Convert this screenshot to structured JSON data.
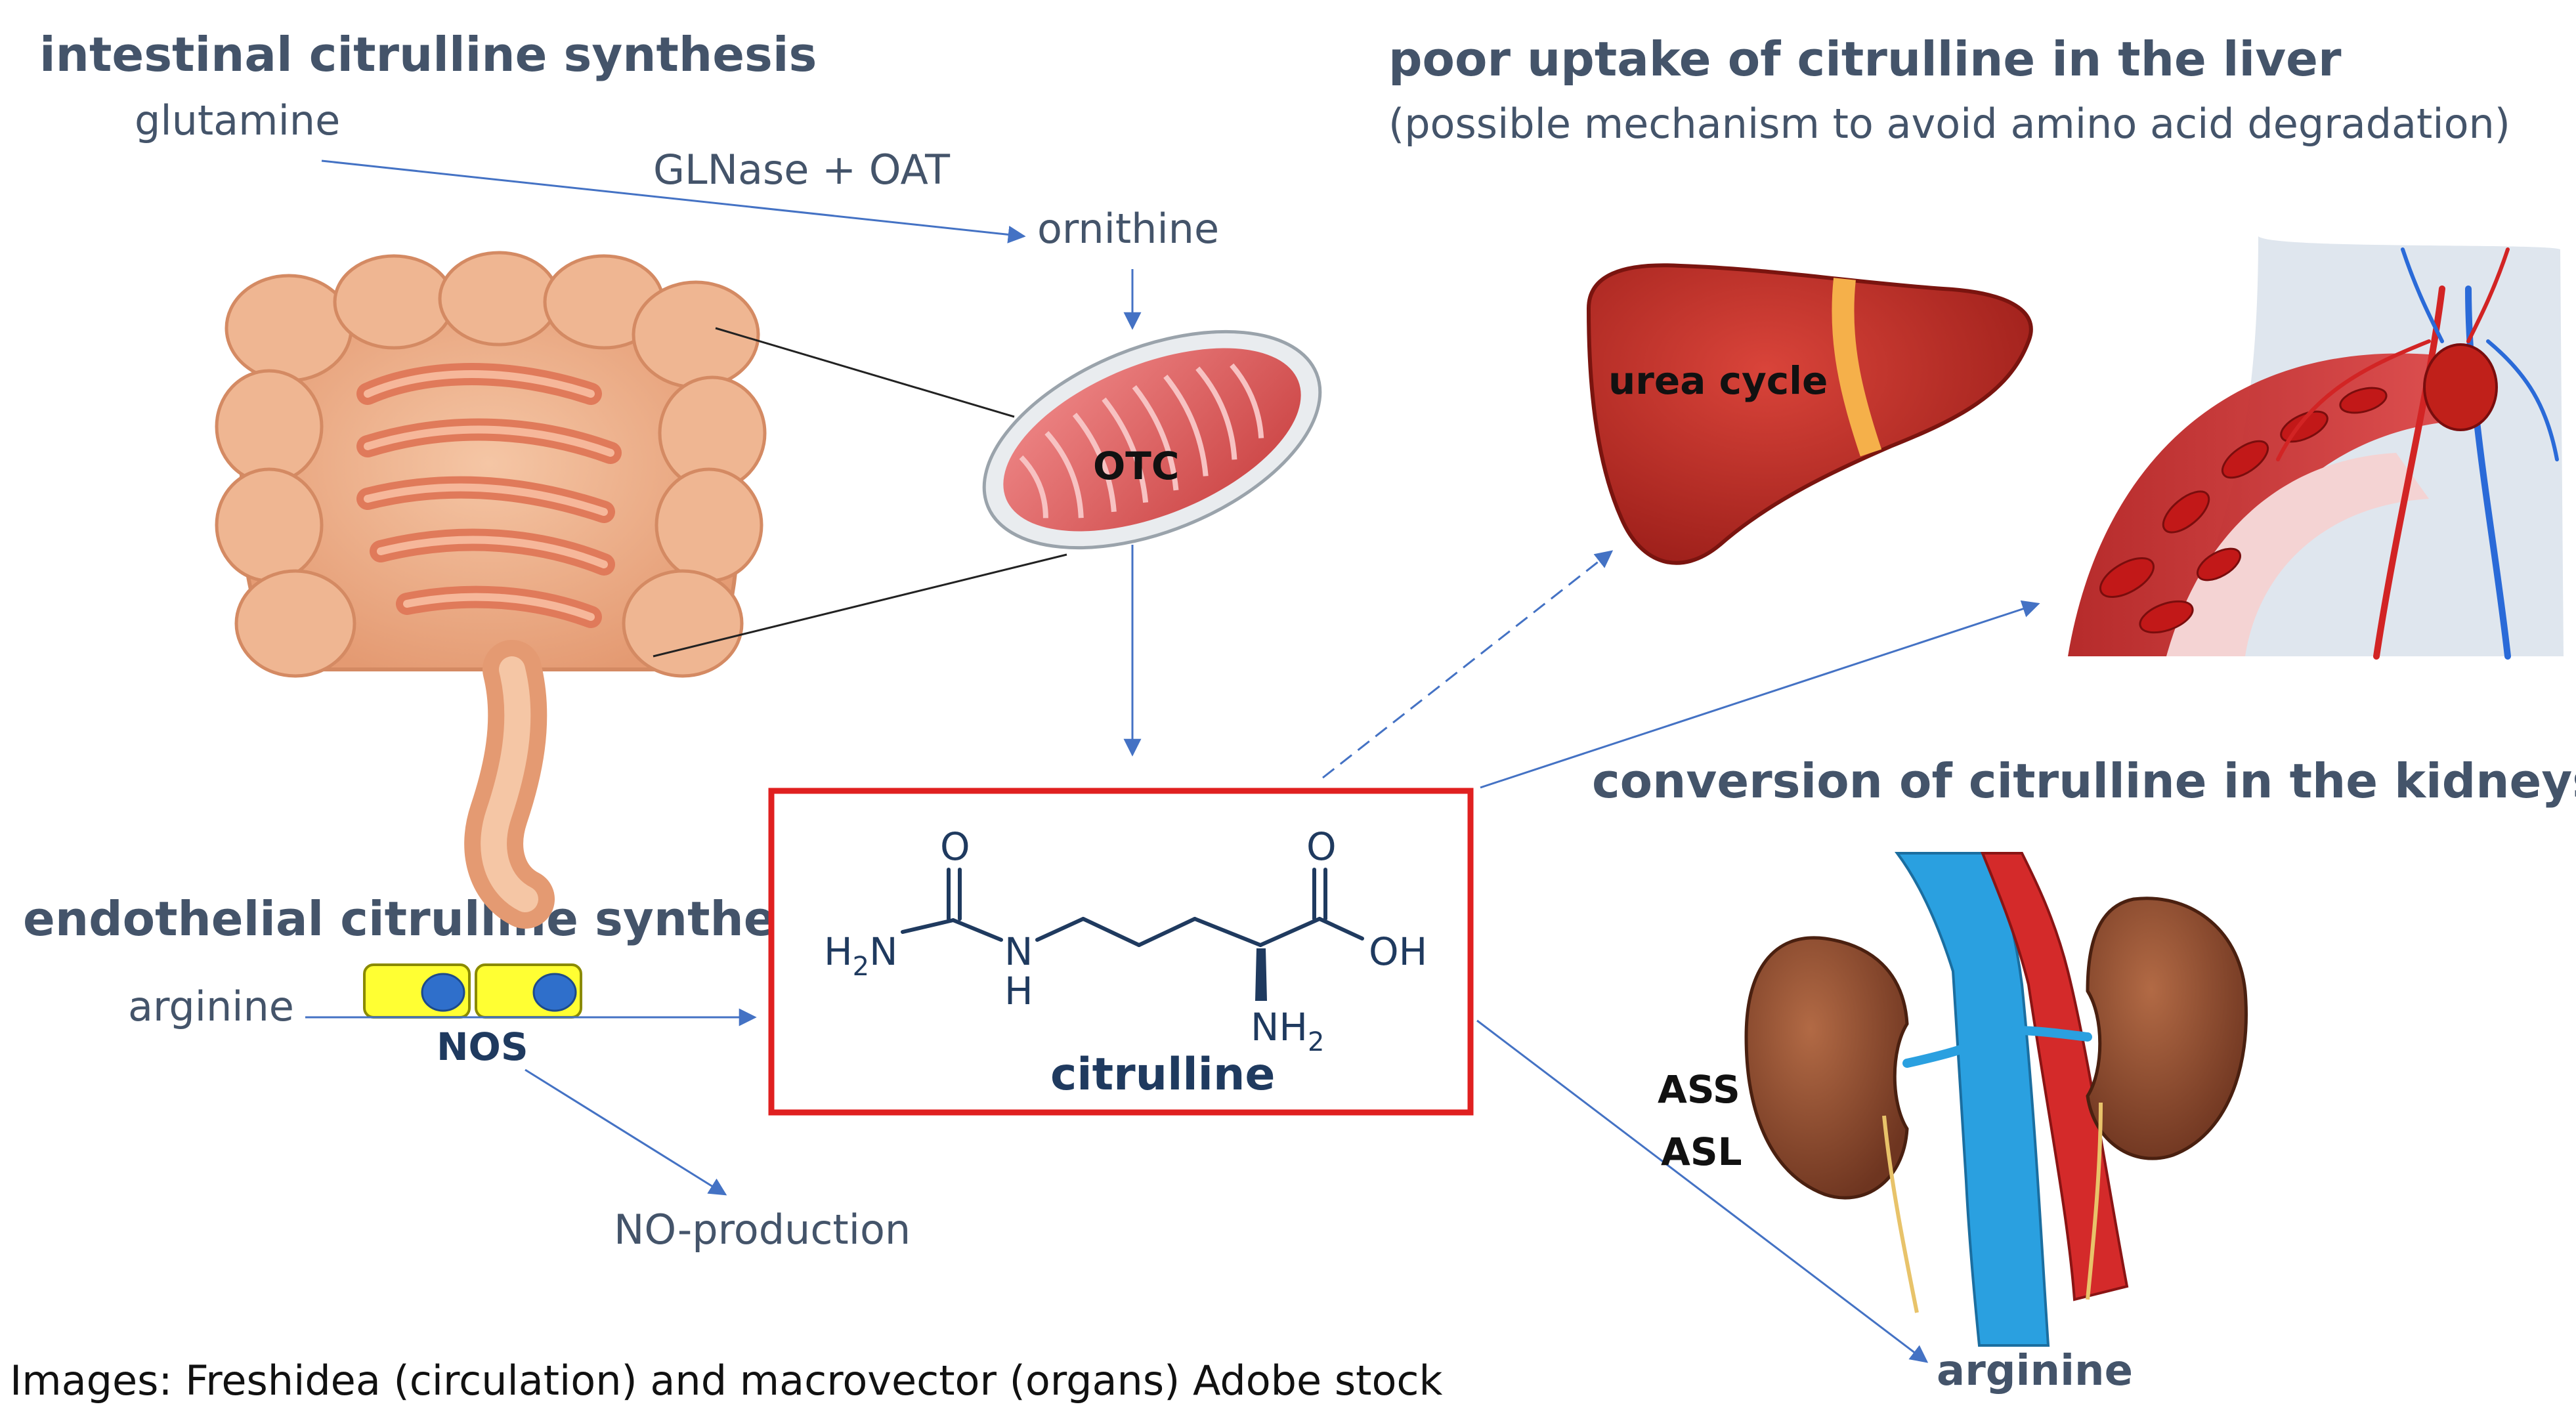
{
  "headings": {
    "intestinal": "intestinal citrulline synthesis",
    "endothelial": "endothelial citrulline synthesis",
    "liver": "poor uptake of citrulline in the liver",
    "liver_sub": "(possible mechanism to avoid amino acid degradation)",
    "kidneys": "conversion of citrulline in the kidneys"
  },
  "labels": {
    "glutamine": "glutamine",
    "glnase_oat": "GLNase + OAT",
    "ornithine": "ornithine",
    "otc": "OTC",
    "urea_cycle": "urea cycle",
    "arginine_in": "arginine",
    "nos": "NOS",
    "no_production": "NO-production",
    "ass": "ASS",
    "asl": "ASL",
    "arginine_out": "arginine"
  },
  "molecule": {
    "name": "citrulline",
    "o_left": "O",
    "o_right": "O",
    "h2n": "H",
    "h2n_sub": "2",
    "h2n_n": "N",
    "nh": "N",
    "nh_h": "H",
    "oh": "OH",
    "nh2": "NH",
    "nh2_sub": "2"
  },
  "credit": "Images: Freshidea (circulation) and macrovector (organs) Adobe stock",
  "colors": {
    "heading": "#44546a",
    "arrow": "#4472c4",
    "box_border": "#e02020",
    "molecule": "#1f3a5f"
  }
}
